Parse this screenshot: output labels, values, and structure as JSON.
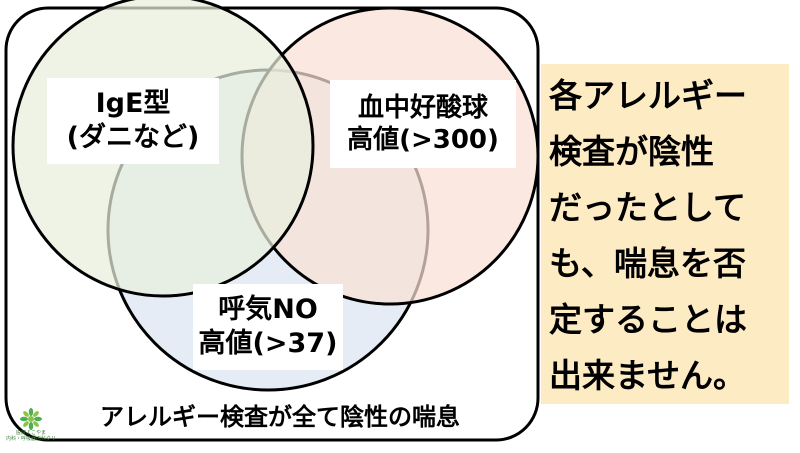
{
  "circles": {
    "ige": {
      "lines": [
        "IgE型",
        "(ダニなど)"
      ],
      "fill": "#e7efdc",
      "stroke": "#000000"
    },
    "eosinophil": {
      "lines": [
        "血中好酸球",
        "高値(>300)"
      ],
      "fill": "#f9e1d6",
      "stroke": "#000000"
    },
    "feno": {
      "lines": [
        "呼気NO",
        "高値(>37)"
      ],
      "fill": "#dee6f1",
      "stroke": "#000000"
    }
  },
  "frame_caption": "アレルギー検査が全て陰性の喘息",
  "note": {
    "lines": [
      "各アレルギー",
      "検査が陰性",
      "だったとして",
      "も、喘息を否",
      "定することは",
      "出来ません。"
    ],
    "background": "#fdebc3"
  },
  "logo": {
    "icon": "leaf-logo-icon",
    "text_lines": [
      "医院よこやま",
      "内科・呼吸器内科クリニック"
    ],
    "color": "#4caf50"
  }
}
